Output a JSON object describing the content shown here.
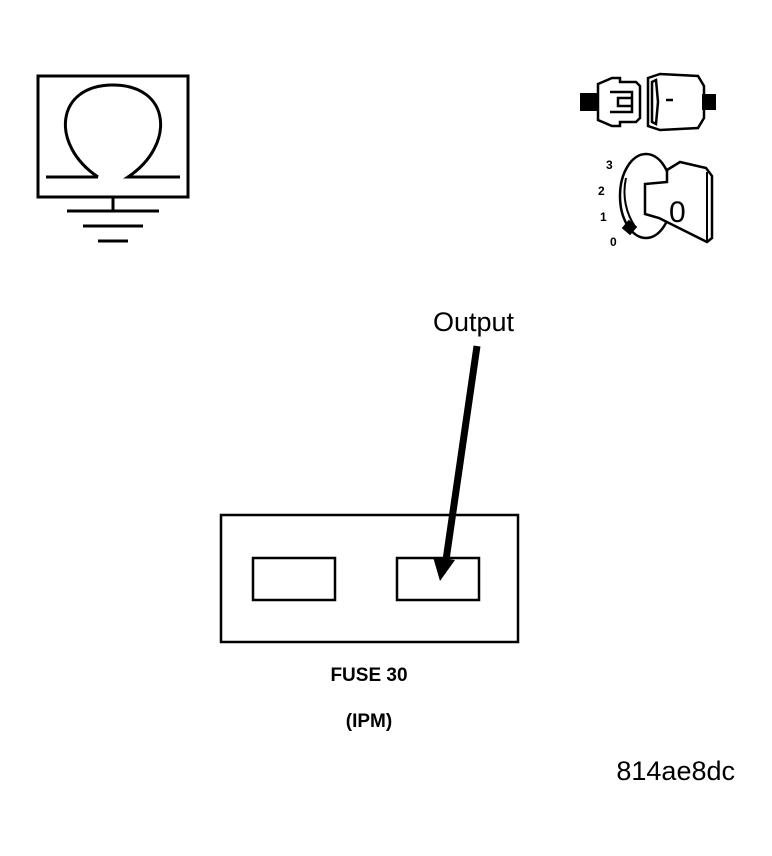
{
  "callout": {
    "output_label": "Output"
  },
  "fuse": {
    "name": "FUSE 30",
    "location": "(IPM)"
  },
  "ignition": {
    "positions": [
      "3",
      "2",
      "1",
      "0"
    ],
    "key_position": "0"
  },
  "icons": {
    "meter": "ohmmeter-ground-icon",
    "connector": "connector-icon",
    "ignition": "ignition-switch-icon"
  },
  "figure_code": "814ae8dc"
}
